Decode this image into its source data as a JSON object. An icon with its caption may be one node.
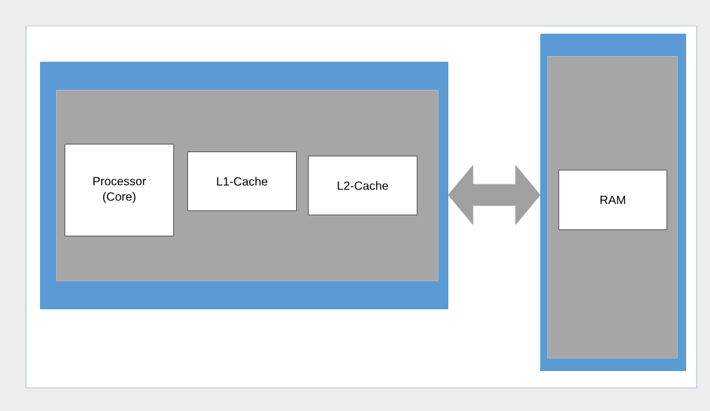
{
  "diagram": {
    "nodes": [
      {
        "text": [],
        "shape": "box"
      },
      {
        "text": [],
        "shape": "box",
        "in": 0
      },
      {
        "text": [
          "Processor (Core)"
        ],
        "in": 1
      },
      {
        "text": [
          "L1-Cache"
        ],
        "in": 1
      },
      {
        "text": [
          "L2-Cache"
        ],
        "in": 1
      },
      {
        "text": [],
        "shape": "box"
      },
      {
        "text": [],
        "shape": "box",
        "in": 5
      },
      {
        "text": [
          "RAM"
        ],
        "in": 6
      }
    ],
    "edges": [
      {
        "from": 0,
        "to": 5,
        "arrow": "both"
      }
    ]
  }
}
